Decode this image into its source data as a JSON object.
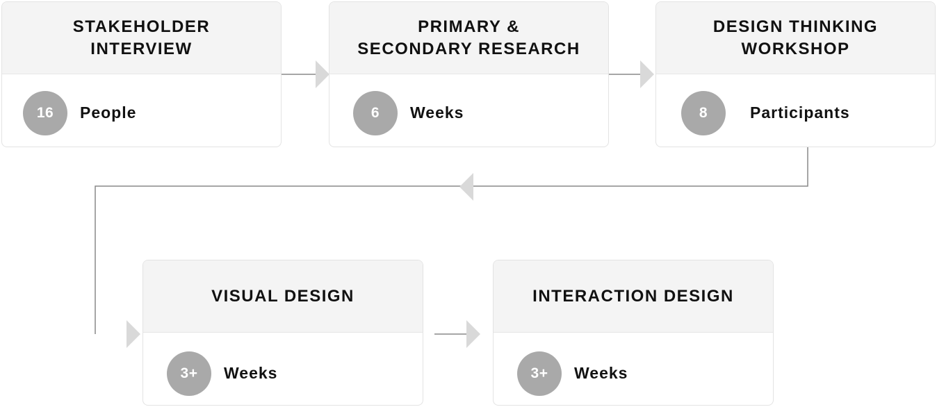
{
  "connector_color": "#888888",
  "arrow_color": "#d9d9d9",
  "badge_color": "#a9a9a9",
  "cards": [
    {
      "title": "STAKEHOLDER\nINTERVIEW",
      "value": "16",
      "unit": "People"
    },
    {
      "title": "PRIMARY &\nSECONDARY RESEARCH",
      "value": "6",
      "unit": "Weeks"
    },
    {
      "title": "DESIGN THINKING\nWORKSHOP",
      "value": "8",
      "unit": "Participants"
    },
    {
      "title": "VISUAL DESIGN",
      "value": "3+",
      "unit": "Weeks"
    },
    {
      "title": "INTERACTION DESIGN",
      "value": "3+",
      "unit": "Weeks"
    }
  ]
}
